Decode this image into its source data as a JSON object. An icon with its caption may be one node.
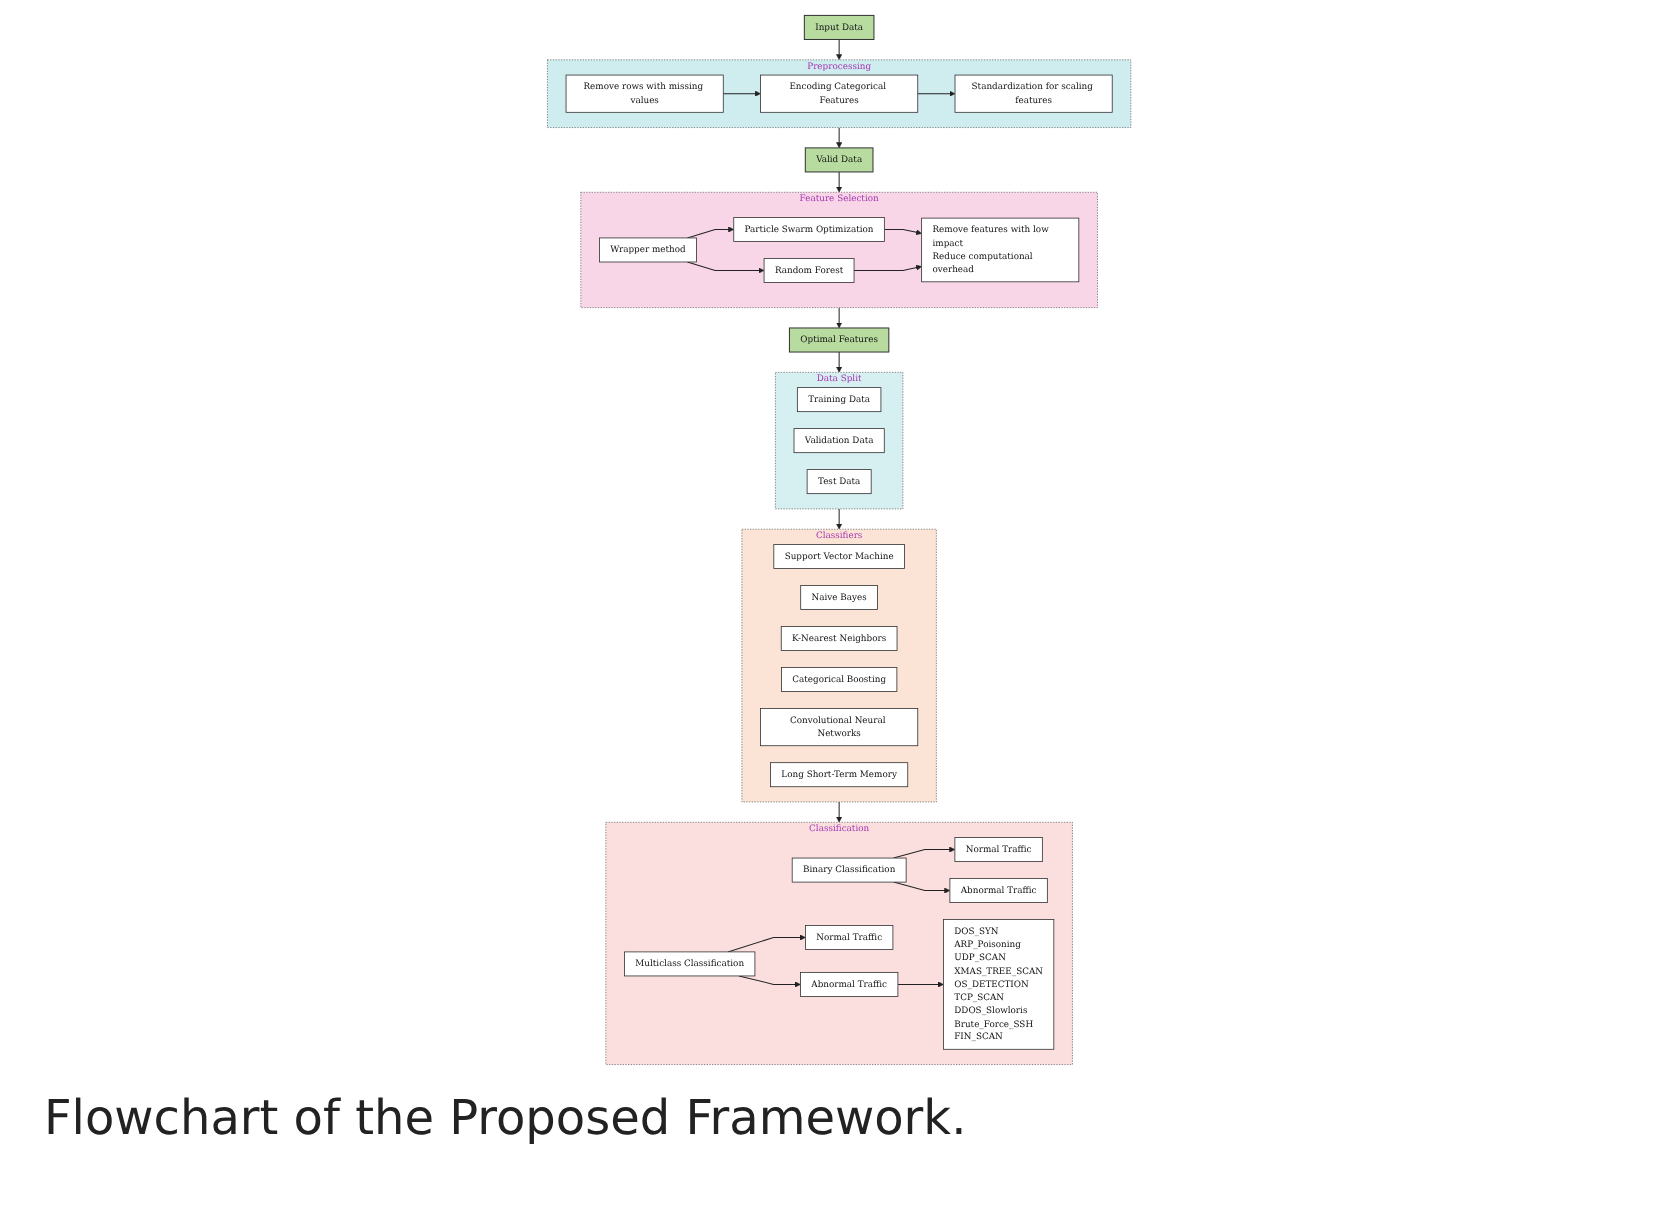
{
  "diagram": {
    "caption": "Flowchart of the Proposed Framework.",
    "nodes": [
      {
        "text": [
          "Input Data"
        ]
      },
      {
        "text": [
          "Preprocessing"
        ]
      },
      {
        "text": [
          "Remove rows with missing values"
        ],
        "in": 1
      },
      {
        "text": [
          "Encoding Categorical Features"
        ],
        "in": 1
      },
      {
        "text": [
          "Standardization for scaling features"
        ],
        "in": 1
      },
      {
        "text": [
          "Valid Data"
        ]
      },
      {
        "text": [
          "Feature Selection"
        ]
      },
      {
        "text": [
          "Wrapper method"
        ],
        "in": 6
      },
      {
        "text": [
          "Particle Swarm Optimization"
        ],
        "in": 6
      },
      {
        "text": [
          "Random Forest"
        ],
        "in": 6
      },
      {
        "text": [
          "Remove features with low impact",
          "Reduce computational overhead"
        ],
        "in": 6
      },
      {
        "text": [
          "Optimal Features"
        ]
      },
      {
        "text": [
          "Data Split"
        ]
      },
      {
        "text": [
          "Training Data"
        ],
        "in": 12
      },
      {
        "text": [
          "Validation Data"
        ],
        "in": 12
      },
      {
        "text": [
          "Test Data"
        ],
        "in": 12
      },
      {
        "text": [
          "Classifiers"
        ]
      },
      {
        "text": [
          "Support Vector Machine"
        ],
        "in": 16
      },
      {
        "text": [
          "Naive Bayes"
        ],
        "in": 16
      },
      {
        "text": [
          "K-Nearest Neighbors"
        ],
        "in": 16
      },
      {
        "text": [
          "Categorical Boosting"
        ],
        "in": 16
      },
      {
        "text": [
          "Convolutional Neural Networks"
        ],
        "in": 16
      },
      {
        "text": [
          "Long Short-Term Memory"
        ],
        "in": 16
      },
      {
        "text": [
          "Classification"
        ]
      },
      {
        "text": [
          "Binary Classification"
        ],
        "in": 23
      },
      {
        "text": [
          "Multiclass Classification"
        ],
        "in": 23
      },
      {
        "text": [
          "Normal Traffic"
        ],
        "in": 23
      },
      {
        "text": [
          "Abnormal Traffic"
        ],
        "in": 23
      },
      {
        "text": [
          "Normal Traffic"
        ],
        "in": 23
      },
      {
        "text": [
          "Abnormal Traffic"
        ],
        "in": 23
      },
      {
        "text": [
          "DOS_SYN",
          "ARP_Poisoning",
          "UDP_SCAN",
          "XMAS_TREE_SCAN",
          "OS_DETECTION",
          "TCP_SCAN",
          "DDOS_Slowloris",
          "Brute_Force_SSH",
          "FIN_SCAN"
        ],
        "in": 23
      }
    ],
    "edges": [
      {
        "from": 0,
        "to": 1,
        "arrow": "to"
      },
      {
        "from": 2,
        "to": 3,
        "arrow": "to"
      },
      {
        "from": 3,
        "to": 4,
        "arrow": "to"
      },
      {
        "from": 1,
        "to": 5,
        "arrow": "to"
      },
      {
        "from": 5,
        "to": 6,
        "arrow": "to"
      },
      {
        "from": 7,
        "to": 8,
        "arrow": "to"
      },
      {
        "from": 7,
        "to": 9,
        "arrow": "to"
      },
      {
        "from": 8,
        "to": 10,
        "arrow": "to"
      },
      {
        "from": 9,
        "to": 10,
        "arrow": "to"
      },
      {
        "from": 6,
        "to": 11,
        "arrow": "to"
      },
      {
        "from": 11,
        "to": 12,
        "arrow": "to"
      },
      {
        "from": 12,
        "to": 16,
        "arrow": "to"
      },
      {
        "from": 16,
        "to": 23,
        "arrow": "to"
      },
      {
        "from": 24,
        "to": 26,
        "arrow": "to"
      },
      {
        "from": 24,
        "to": 27,
        "arrow": "to"
      },
      {
        "from": 25,
        "to": 28,
        "arrow": "to"
      },
      {
        "from": 25,
        "to": 29,
        "arrow": "to"
      },
      {
        "from": 29,
        "to": 30,
        "arrow": "to"
      }
    ]
  }
}
